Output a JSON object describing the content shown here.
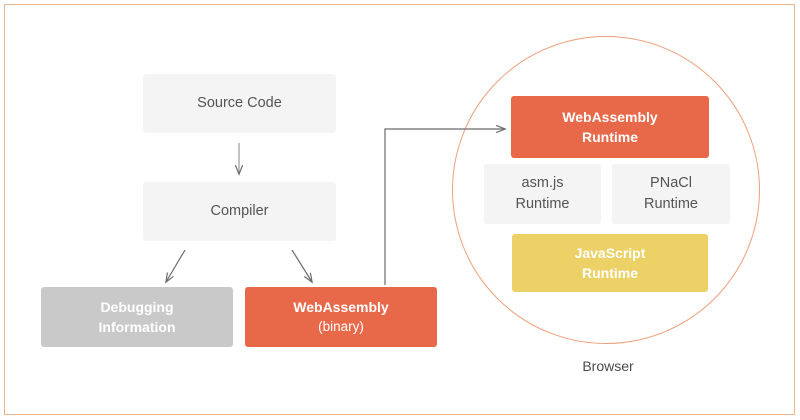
{
  "diagram": {
    "title_label": "",
    "colors": {
      "orange": "#e8694a",
      "yellow": "#ecd166",
      "gray": "#c9c9c9",
      "light_gray": "#f4f4f4",
      "circle_stroke": "#ef9f79",
      "arrow": "#6b6b6b",
      "frame_border": "#eeb68e",
      "text_dark": "#545454",
      "text_white": "#ffffff"
    },
    "nodes": {
      "source_code": {
        "line1": "Source Code",
        "line2": ""
      },
      "compiler": {
        "line1": "Compiler",
        "line2": ""
      },
      "debugging": {
        "line1": "Debugging",
        "line2": "Information"
      },
      "wasm_binary": {
        "line1": "WebAssembly",
        "line2": "(binary)"
      },
      "wasm_runtime": {
        "line1": "WebAssembly",
        "line2": "Runtime"
      },
      "asmjs": {
        "line1": "asm.js",
        "line2": "Runtime"
      },
      "pnacl": {
        "line1": "PNaCl",
        "line2": "Runtime"
      },
      "js_runtime": {
        "line1": "JavaScript",
        "line2": "Runtime"
      }
    },
    "browser": {
      "label": "Browser"
    },
    "arrows": [
      {
        "name": "source-to-compiler",
        "from": "source_code",
        "to": "compiler"
      },
      {
        "name": "compiler-to-debugging",
        "from": "compiler",
        "to": "debugging"
      },
      {
        "name": "compiler-to-wasm",
        "from": "compiler",
        "to": "wasm_binary"
      },
      {
        "name": "wasm-to-wasm-runtime",
        "from": "wasm_binary",
        "to": "wasm_runtime"
      }
    ]
  }
}
